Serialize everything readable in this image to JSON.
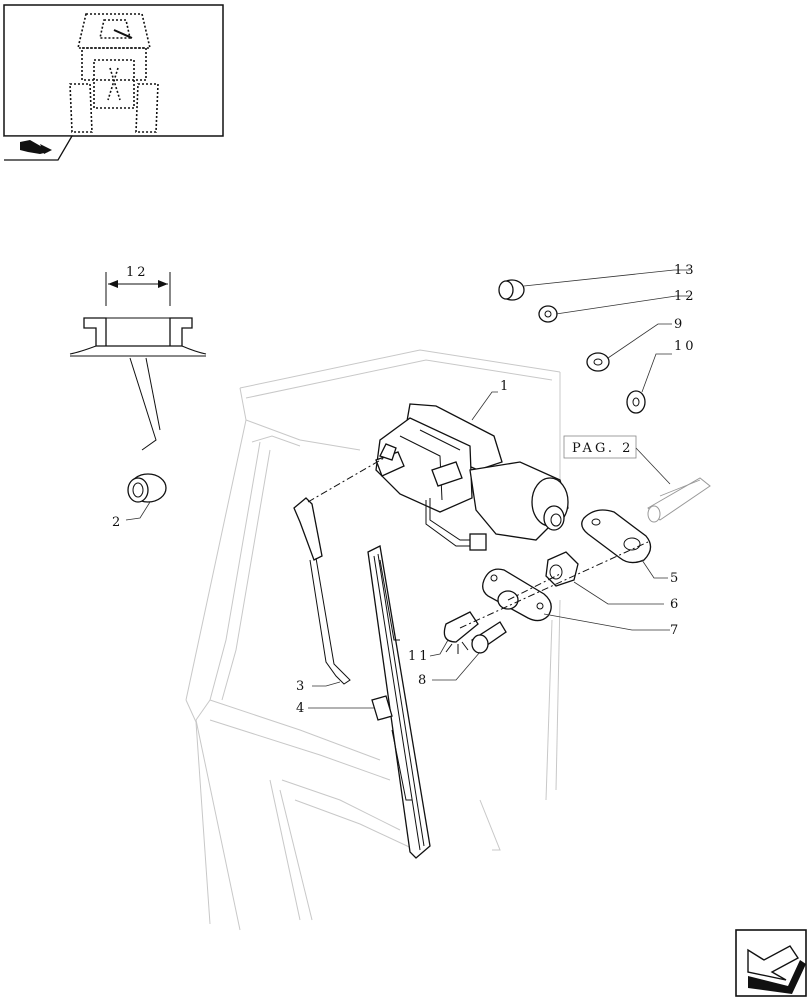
{
  "thumbnail": {
    "icon": "tractor-front-view-icon",
    "section_icon": "wiper-section-icon"
  },
  "callouts": {
    "c1": "1",
    "c2": "2",
    "c3": "3",
    "c4": "4",
    "c5": "5",
    "c6": "6",
    "c7": "7",
    "c8": "8",
    "c9": "9",
    "c10": "10",
    "c11": "11",
    "c12": "12",
    "c13": "13"
  },
  "detail": {
    "dimension_label": "12"
  },
  "reference": {
    "page_label": "PAG. 2"
  },
  "navigation": {
    "icon": "next-page-arrow-icon"
  },
  "colors": {
    "line": "#111111",
    "ghost": "#c8c8c8",
    "background": "#ffffff"
  }
}
